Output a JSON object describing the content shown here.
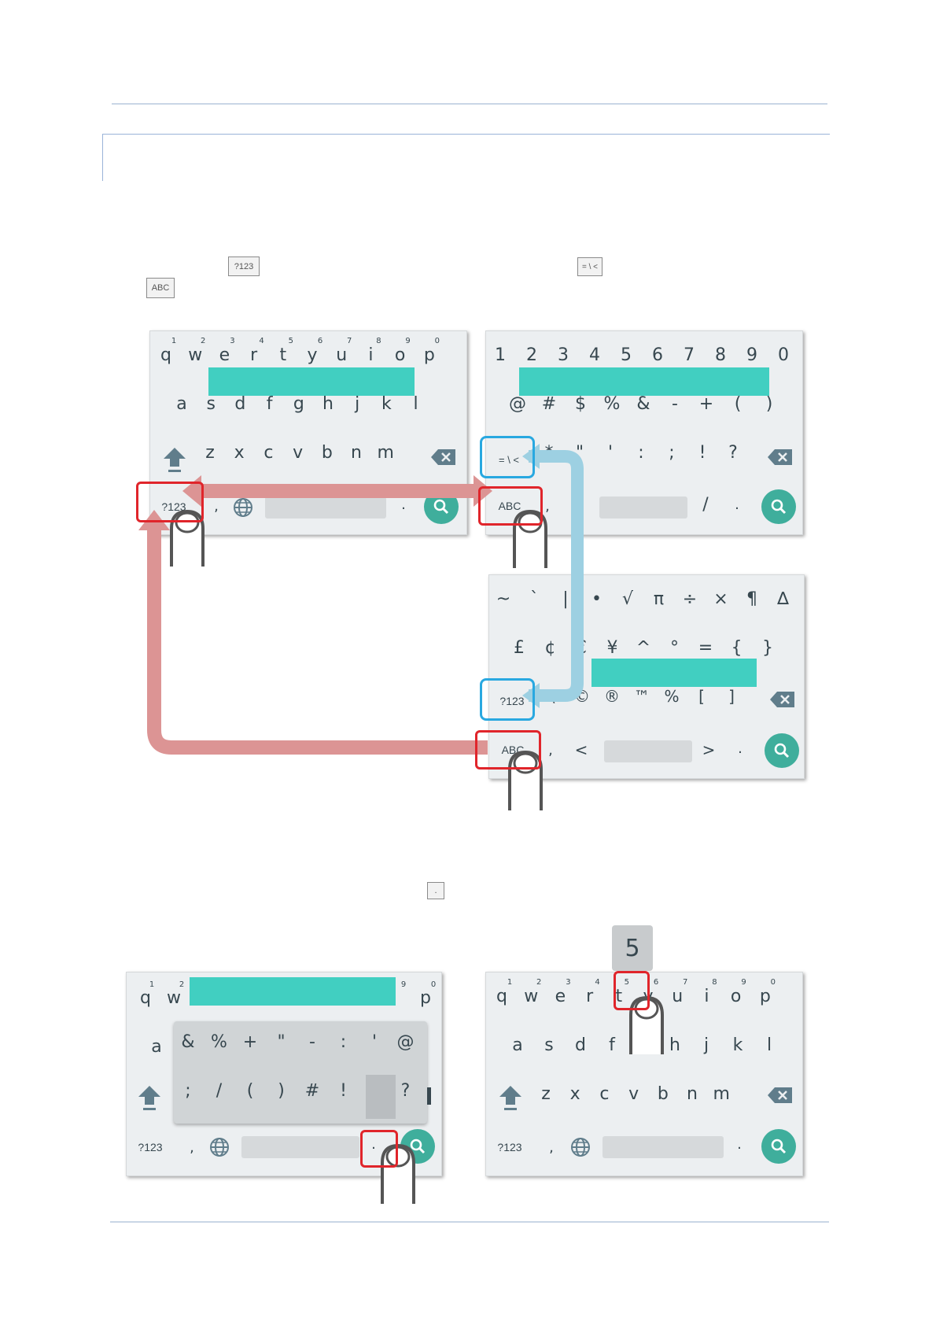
{
  "inline_keys": {
    "symbols": "?123",
    "more_symbols": "= \\ <",
    "letters": "ABC",
    "period": "."
  },
  "kbd_letters": {
    "hints": [
      "1",
      "2",
      "3",
      "4",
      "5",
      "6",
      "7",
      "8",
      "9",
      "0"
    ],
    "row1": [
      "q",
      "w",
      "e",
      "r",
      "t",
      "y",
      "u",
      "i",
      "o",
      "p"
    ],
    "row2": [
      "a",
      "s",
      "d",
      "f",
      "g",
      "h",
      "j",
      "k",
      "l"
    ],
    "row3": [
      "z",
      "x",
      "c",
      "v",
      "b",
      "n",
      "m"
    ],
    "symbols_key": "?123",
    "comma": ",",
    "period": "."
  },
  "kbd_symbols": {
    "row1": [
      "1",
      "2",
      "3",
      "4",
      "5",
      "6",
      "7",
      "8",
      "9",
      "0"
    ],
    "row2": [
      "@",
      "#",
      "$",
      "%",
      "&",
      "-",
      "+",
      "(",
      ")"
    ],
    "row3": [
      "*",
      "\"",
      "'",
      ":",
      ";",
      "!",
      "?"
    ],
    "more_key": "= \\ <",
    "abc_key": "ABC",
    "comma": ",",
    "underscore": "_",
    "slash": "/",
    "period": "."
  },
  "kbd_more": {
    "row1": [
      "~",
      "`",
      "|",
      "•",
      "√",
      "π",
      "÷",
      "×",
      "¶",
      "∆"
    ],
    "row2": [
      "£",
      "¢",
      "€",
      "¥",
      "^",
      "°",
      "=",
      "{",
      "}"
    ],
    "row3": [
      "\\",
      "©",
      "®",
      "™",
      "%",
      "[",
      "]"
    ],
    "symbols_key": "?123",
    "abc_key": "ABC",
    "comma": ",",
    "lt": "<",
    "gt": ">",
    "period": "."
  },
  "kbd_popup": {
    "hints": [
      "1",
      "2",
      "9",
      "0"
    ],
    "row1_visible": [
      "q",
      "w",
      "p"
    ],
    "side_a": "a",
    "symbols_key": "?123",
    "comma": ",",
    "period": ".",
    "popup_row1": [
      "&",
      "%",
      "+",
      "\"",
      "-",
      ":",
      "'",
      "@"
    ],
    "popup_row2": [
      ";",
      "/",
      "(",
      ")",
      "#",
      "!",
      ",",
      "?"
    ]
  },
  "kbd_longpress": {
    "hints": [
      "1",
      "2",
      "3",
      "4",
      "5",
      "6",
      "7",
      "8",
      "9",
      "0"
    ],
    "row1": [
      "q",
      "w",
      "e",
      "r",
      "t",
      "y",
      "u",
      "i",
      "o",
      "p"
    ],
    "row2": [
      "a",
      "s",
      "d",
      "f",
      "h",
      "j",
      "k",
      "l"
    ],
    "row3": [
      "z",
      "x",
      "c",
      "v",
      "b",
      "n",
      "m"
    ],
    "symbols_key": "?123",
    "comma": ",",
    "period": ".",
    "preview": "5"
  },
  "colors": {
    "accent_teal": "#3fae9c",
    "highlight_teal": "#41cfc1",
    "red_marker": "#e0252b",
    "blue_marker": "#29a8e0",
    "pink_arrow": "#dc9494",
    "blue_arrow": "#9dd0e2"
  }
}
